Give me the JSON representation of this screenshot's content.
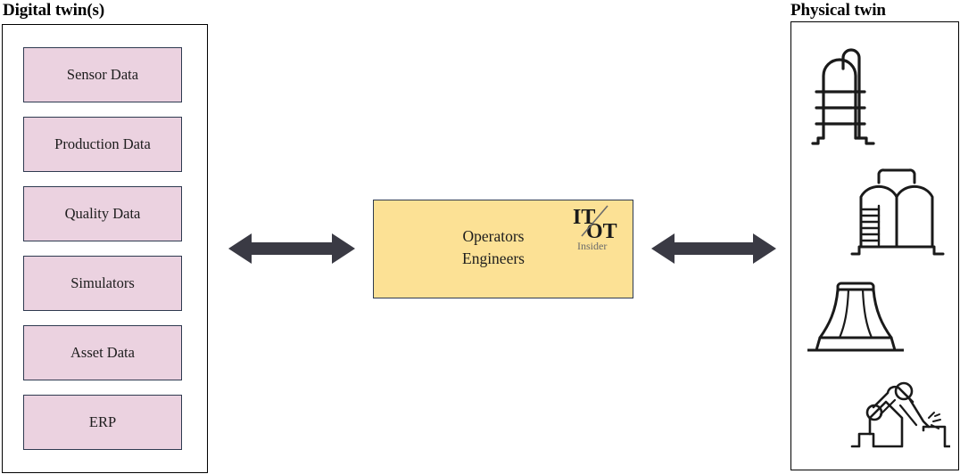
{
  "diagram": {
    "left_panel": {
      "title": "Digital twin(s)",
      "items": [
        {
          "label": "Sensor Data"
        },
        {
          "label": "Production Data"
        },
        {
          "label": "Quality Data"
        },
        {
          "label": "Simulators"
        },
        {
          "label": "Asset Data"
        },
        {
          "label": "ERP"
        }
      ]
    },
    "center": {
      "line1": "Operators",
      "line2": "Engineers",
      "logo": {
        "top_text": "IT",
        "bottom_text": "OT",
        "subtitle": "Insider"
      }
    },
    "right_panel": {
      "title": "Physical twin",
      "sketches": [
        {
          "name": "distillation-column"
        },
        {
          "name": "storage-tanks"
        },
        {
          "name": "cooling-tower"
        },
        {
          "name": "welding-robot"
        }
      ]
    },
    "arrows": [
      {
        "name": "arrow-left",
        "direction": "bidirectional"
      },
      {
        "name": "arrow-right",
        "direction": "bidirectional"
      }
    ]
  },
  "colors": {
    "data_box_fill": "#EBD2E0",
    "data_box_border": "#2E3A50",
    "center_fill": "#FCE195",
    "center_border": "#2E3A50",
    "arrow": "#3A3A44",
    "panel_border": "#000000",
    "sketch_ink": "#1a1a1a",
    "logo_subtitle": "#6b6b6b"
  }
}
